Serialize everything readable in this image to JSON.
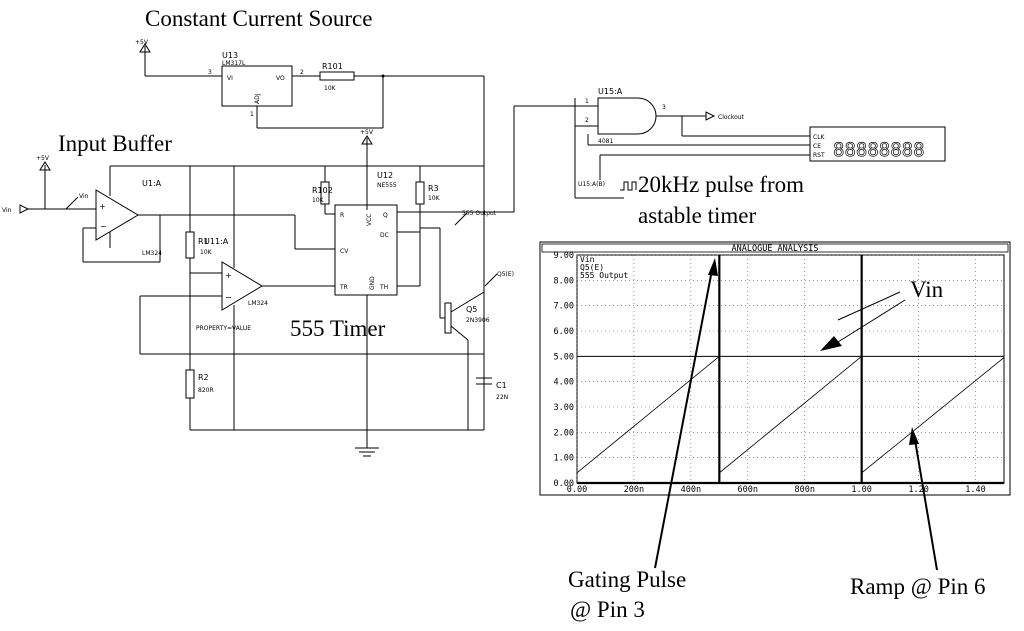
{
  "annotations": {
    "constant_current_source": "Constant Current Source",
    "input_buffer": "Input Buffer",
    "timer_555": "555 Timer",
    "pulse_line1": "20kHz pulse from",
    "pulse_line2": "astable timer",
    "vin": "Vin",
    "gating_line1": "Gating Pulse",
    "gating_line2": "@ Pin 3",
    "ramp": "Ramp @ Pin 6"
  },
  "schematic": {
    "supply_plus5v": "+5V",
    "u13_ref": "U13",
    "u13_part": "LM317L",
    "u13_vi": "VI",
    "u13_vo": "VO",
    "u13_adj": "ADJ",
    "u13_pin3": "3",
    "u13_pin2": "2",
    "u13_pin1": "1",
    "r101_ref": "R101",
    "r101_val": "10K",
    "u15_ref": "U15:A",
    "u15_part": "4081",
    "u15_pin1": "1",
    "u15_pin2": "2",
    "u15_pin3": "3",
    "clockout": "Clockout",
    "clk": "CLK",
    "ce": "CE",
    "rst": "RST",
    "counter_display": "88888888",
    "u15a_b": "U15:A(B)",
    "u1_ref": "U1:A",
    "u1_part": "LM324",
    "u11_ref": "U11:A",
    "u11_part": "LM324",
    "property_value": "PROPERTY=VALUE",
    "vin_source": "Vin",
    "vin_probe": "Vin",
    "r1_ref": "R1",
    "r1_val": "10K",
    "r2_ref": "R2",
    "r2_val": "820R",
    "u12_ref": "U12",
    "u12_part": "NE555",
    "u12_r": "R",
    "u12_vcc": "VCC",
    "u12_q": "Q",
    "u12_dc": "DC",
    "u12_cv": "CV",
    "u12_tr": "TR",
    "u12_gnd": "GND",
    "u12_th": "TH",
    "r102_ref": "R102",
    "r102_val": "10K",
    "r3_ref": "R3",
    "r3_val": "10K",
    "output_label": "555 Output",
    "q5_ref": "Q5",
    "q5_part": "2N3906",
    "q5_probe": "Q5(E)",
    "c1_ref": "C1",
    "c1_val": "22N"
  },
  "chart_data": {
    "type": "line",
    "title": "ANALOGUE ANALYSIS",
    "legend": [
      "Vin",
      "Q5(E)",
      "555 Output"
    ],
    "xlim": [
      0,
      1.5
    ],
    "ylim": [
      0,
      9
    ],
    "x_ticks": [
      "0.00",
      "200n",
      "400n",
      "600n",
      "800n",
      "1.00",
      "1.20",
      "1.40"
    ],
    "y_ticks": [
      "0.00",
      "1.00",
      "2.00",
      "3.00",
      "4.00",
      "5.00",
      "6.00",
      "7.00",
      "8.00",
      "9.00"
    ],
    "series": [
      {
        "name": "Vin",
        "x": [
          0,
          1.5
        ],
        "y": [
          5.0,
          5.0
        ]
      },
      {
        "name": "Q5(E)",
        "x": [
          0.0,
          0.0,
          0.5,
          0.5,
          0.5,
          1.0,
          1.0,
          1.0,
          1.5
        ],
        "y": [
          0.4,
          0.4,
          5.0,
          5.0,
          0.4,
          5.0,
          5.0,
          0.4,
          4.95
        ]
      },
      {
        "name": "555 Output",
        "x": [
          0.0,
          0.5,
          0.5,
          0.5,
          1.0,
          1.0,
          1.0,
          1.5
        ],
        "y": [
          0.0,
          0.0,
          9.0,
          0.0,
          0.0,
          9.0,
          0.0,
          0.0
        ]
      }
    ],
    "grid": true
  }
}
